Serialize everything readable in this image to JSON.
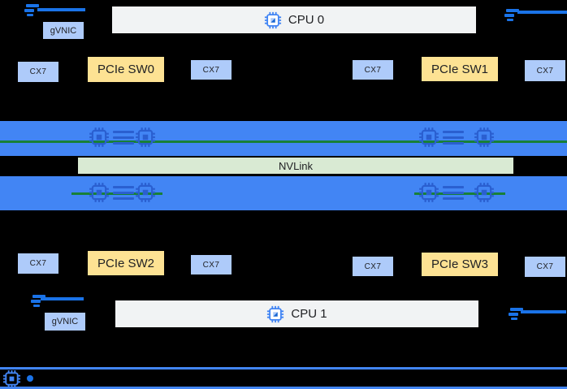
{
  "colors": {
    "background": "#000000",
    "gpu_band_blue": "#4285f4",
    "gpu_icon_blue": "#2a5fd0",
    "nvlink_bar_fill": "#d9ead3",
    "nvlink_rail_green": "#188038",
    "nic_box_light_blue": "#aecbfa",
    "pcie_switch_yellow": "#fde293",
    "cpu_box_gray": "#f1f3f4",
    "network_link_blue": "#1a73e8",
    "text_dark": "#202124"
  },
  "top_section": {
    "network_icon": "network-link-icon",
    "gvnic_label": "gVNIC",
    "cpu_label": "CPU 0",
    "cpu_icon": "cpu-chip-icon",
    "pcie_switch_labels": [
      "PCIe SW0",
      "PCIe SW1"
    ],
    "cx7_labels": [
      "CX7",
      "CX7",
      "CX7",
      "CX7"
    ]
  },
  "gpu_section": {
    "nvlink_label": "NVLink",
    "gpu_icon": "gpu-chip-icon",
    "gpu_icons_per_band": 4,
    "bands": [
      "gpu-band-top",
      "gpu-band-bottom"
    ]
  },
  "bottom_section": {
    "network_icon": "network-link-icon",
    "gvnic_label": "gVNIC",
    "cpu_label": "CPU 1",
    "cpu_icon": "cpu-chip-icon",
    "pcie_switch_labels": [
      "PCIe SW2",
      "PCIe SW3"
    ],
    "cx7_labels": [
      "CX7",
      "CX7",
      "CX7",
      "CX7"
    ]
  },
  "legend": {
    "chip_icon": "chip-icon",
    "dot_icon": "dot-icon"
  }
}
